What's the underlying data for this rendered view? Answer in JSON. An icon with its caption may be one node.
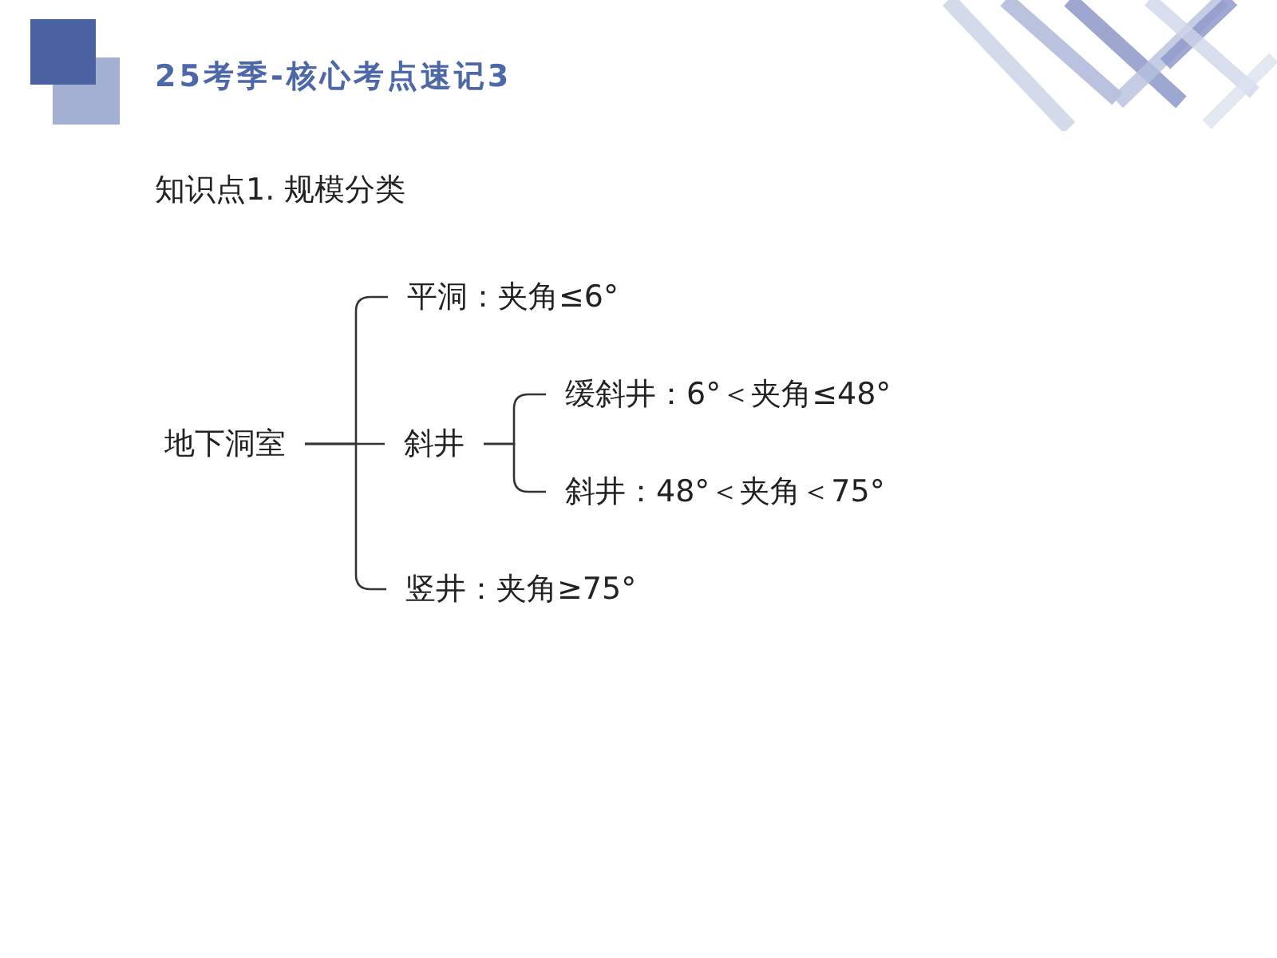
{
  "diagram": {
    "title": "25考季-核心考点速记3",
    "nodes": [
      {
        "text": [
          "地下洞室"
        ]
      },
      {
        "text": [
          "平洞：夹角≤6°"
        ]
      },
      {
        "text": [
          "斜井"
        ]
      },
      {
        "text": [
          "缓斜井：6°＜夹角≤48°"
        ]
      },
      {
        "text": [
          "斜井：48°＜夹角＜75°"
        ]
      },
      {
        "text": [
          "竖井：夹角≥75°"
        ]
      }
    ],
    "edges": [
      {
        "from": 0,
        "to": 1,
        "arrow": "none"
      },
      {
        "from": 0,
        "to": 2,
        "arrow": "none"
      },
      {
        "from": 0,
        "to": 5,
        "arrow": "none"
      },
      {
        "from": 2,
        "to": 3,
        "arrow": "none"
      },
      {
        "from": 2,
        "to": 4,
        "arrow": "none"
      }
    ],
    "labels": [
      "知识点1. 规模分类"
    ]
  }
}
